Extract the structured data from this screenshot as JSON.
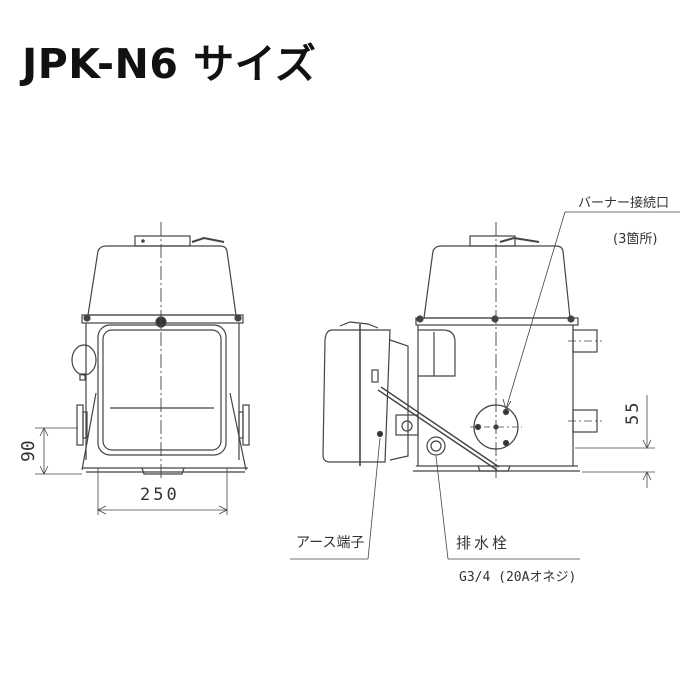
{
  "title": "JPK-N6 サイズ",
  "drawing": {
    "front_view": {
      "dimension_height": "90",
      "dimension_width": "250"
    },
    "side_view": {
      "dimension_height": "55"
    },
    "callouts": {
      "burner_port": "バーナー接続口",
      "burner_port_count": "(3箇所)",
      "earth_terminal": "アース端子",
      "drain_plug": "排水栓",
      "drain_plug_spec": "G3/4 (20Aオネジ)"
    }
  },
  "colors": {
    "line": "#444444",
    "text": "#111111"
  }
}
